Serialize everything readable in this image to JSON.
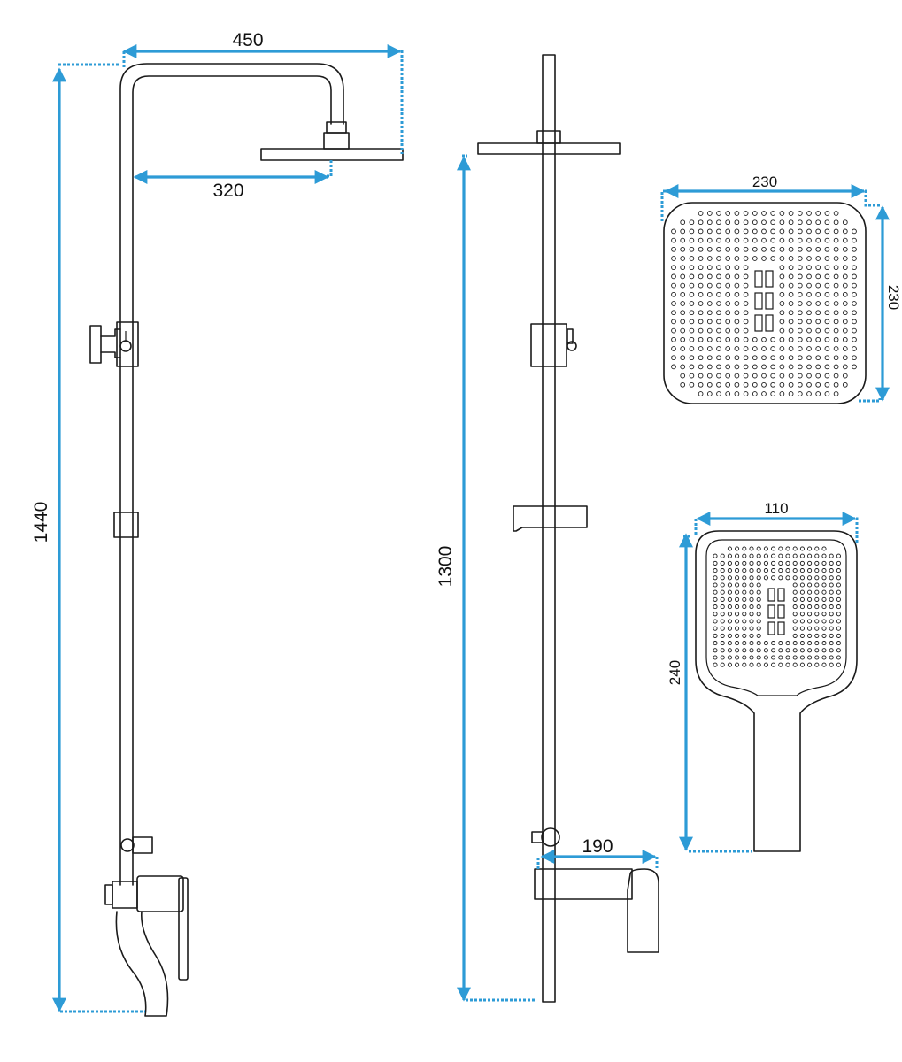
{
  "colors": {
    "dimension": "#2d9bd6",
    "outline": "#1a1a1a",
    "background": "#ffffff"
  },
  "dimensions": {
    "arm_length": "450",
    "arm_reach": "320",
    "total_height_front": "1440",
    "total_height_side": "1300",
    "head_width": "230",
    "head_depth": "230",
    "hand_width": "110",
    "hand_length": "240",
    "mixer_depth": "190"
  }
}
